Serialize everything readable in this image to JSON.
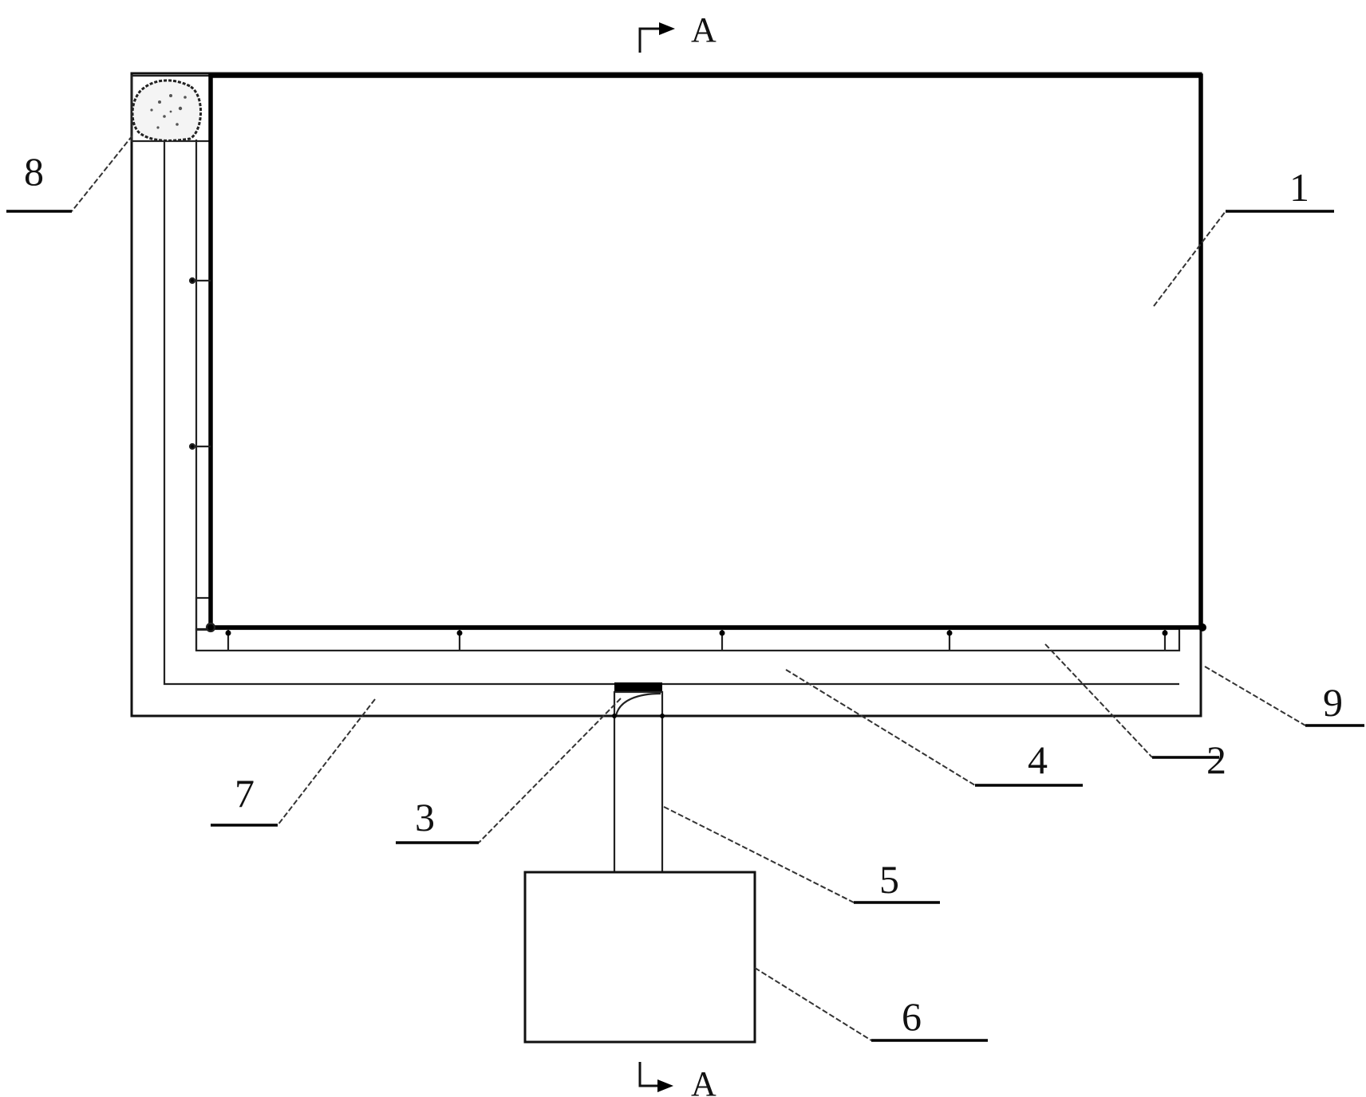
{
  "labels": {
    "l1": "1",
    "l2": "2",
    "l3": "3",
    "l4": "4",
    "l5": "5",
    "l6": "6",
    "l7": "7",
    "l8": "8",
    "l9": "9"
  },
  "section": {
    "top": "A",
    "bottom": "A"
  },
  "colors": {
    "line": "#000000",
    "background": "#ffffff"
  }
}
